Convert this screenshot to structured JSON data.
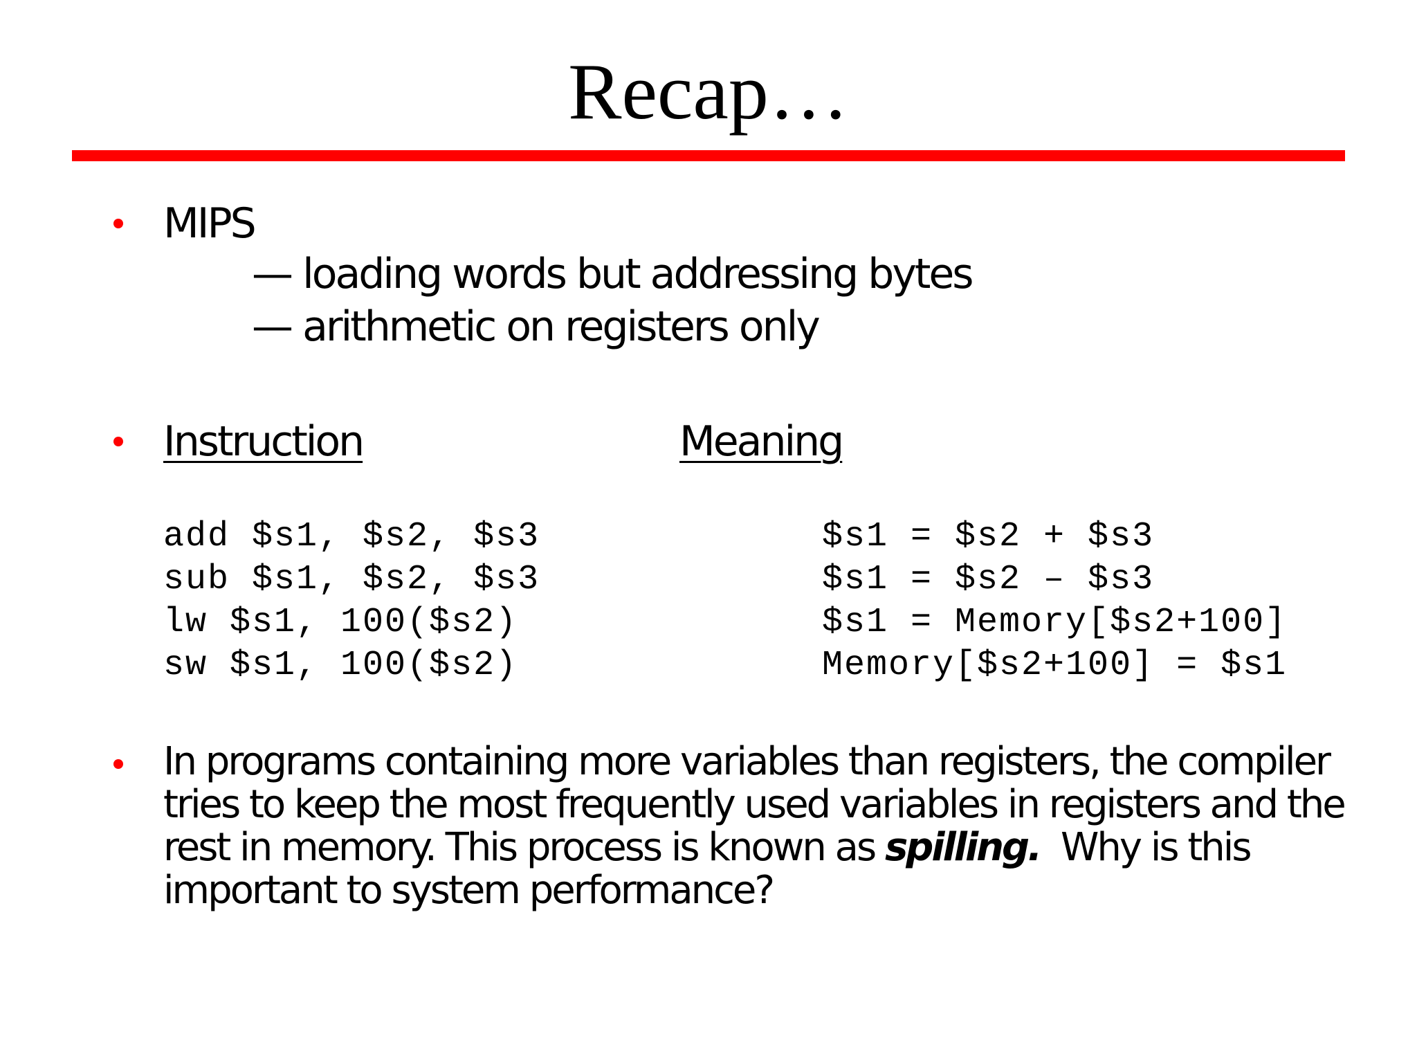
{
  "slide": {
    "title": "Recap…",
    "accent_color": "#ff0000",
    "bullet_color": "#ff0000",
    "bullets": [
      {
        "heading": "MIPS",
        "sub_items": [
          "— loading words but addressing bytes",
          "— arithmetic on registers only"
        ]
      },
      {
        "col_instruction_header": "Instruction",
        "col_meaning_header": "Meaning",
        "rows": [
          {
            "instruction": "add $s1, $s2, $s3",
            "meaning": "$s1 = $s2 + $s3"
          },
          {
            "instruction": "sub $s1, $s2, $s3",
            "meaning": "$s1 = $s2 – $s3"
          },
          {
            "instruction": "lw $s1, 100($s2)",
            "meaning": "$s1 = Memory[$s2+100]"
          },
          {
            "instruction": "sw $s1, 100($s2)",
            "meaning": "Memory[$s2+100] = $s1"
          }
        ]
      },
      {
        "text_before": "In programs containing more variables than registers, the compiler tries to keep the most frequently used variables in registers and the rest in memory. This process is known as ",
        "emphasis": "spilling.",
        "text_after": "  Why is this important to system performance?"
      }
    ]
  }
}
